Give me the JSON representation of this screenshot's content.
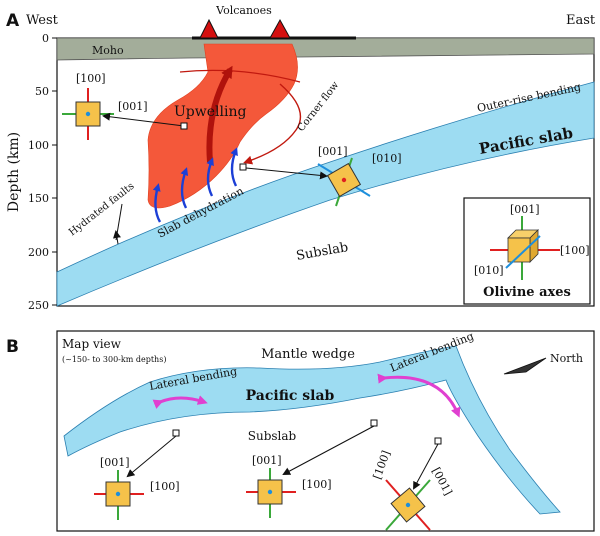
{
  "panel_a": {
    "letter": "A",
    "west": "West",
    "east": "East",
    "volcanoes": "Volcanoes",
    "moho": "Moho",
    "y_axis_label": "Depth (km)",
    "y_ticks": [
      "0",
      "50",
      "100",
      "150",
      "200",
      "250"
    ],
    "upwelling": "Upwelling",
    "corner_flow": "Corner flow",
    "outer_rise": "Outer-rise bending",
    "pacific_slab": "Pacific slab",
    "hydrated_faults": "Hydrated faults",
    "slab_dehydration": "Slab dehydration",
    "subslab": "Subslab",
    "cube_left": {
      "a": "[100]",
      "b": "[001]"
    },
    "cube_right": {
      "a": "[001]",
      "b": "[010]"
    },
    "legend": {
      "top": "[001]",
      "right": "[100]",
      "left": "[010]",
      "title": "Olivine axes"
    }
  },
  "panel_b": {
    "letter": "B",
    "map_view": "Map view",
    "depth_note": "(~150- to 300-km depths)",
    "mantle_wedge": "Mantle wedge",
    "north": "North",
    "lateral_left": "Lateral bending",
    "lateral_right": "Lateral bending",
    "pacific_slab": "Pacific slab",
    "subslab": "Subslab",
    "cube1": {
      "a": "[001]",
      "b": "[100]"
    },
    "cube2": {
      "a": "[001]",
      "b": "[100]"
    },
    "cube3": {
      "a": "[100]",
      "b": "[001]"
    }
  },
  "colors": {
    "slab": "#9ddcf2",
    "slab_edge": "#2a7fb0",
    "plume": "#f4583a",
    "upwelling_arrow": "#b0120c",
    "crust": "#a3ad9a",
    "cube_face": "#f5c24a",
    "axis_red": "#e02020",
    "axis_green": "#3aa83a",
    "axis_blue": "#1e8fdc",
    "dehydration_arrow": "#1c3fd6",
    "bending_arrow": "#e040d0"
  }
}
